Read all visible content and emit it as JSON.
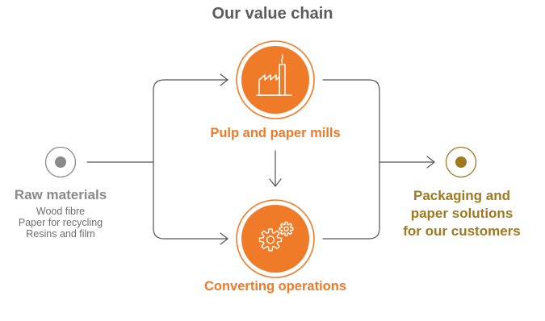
{
  "title": "Our value chain",
  "colors": {
    "accent_orange": "#ef7a28",
    "output_gold": "#a0791f",
    "input_grey": "#8a8a8a",
    "line_grey": "#555555"
  },
  "nodes": {
    "raw_materials": {
      "title": "Raw materials",
      "items": [
        "Wood fibre",
        "Paper for recycling",
        "Resins and film"
      ],
      "icon": "grey-dot-icon"
    },
    "pulp_mills": {
      "label": "Pulp and paper mills",
      "icon": "factory-icon"
    },
    "converting": {
      "label": "Converting operations",
      "icon": "gears-icon"
    },
    "output": {
      "title_lines": [
        "Packaging and",
        "paper solutions",
        "for our customers"
      ],
      "icon": "gold-dot-icon"
    }
  }
}
